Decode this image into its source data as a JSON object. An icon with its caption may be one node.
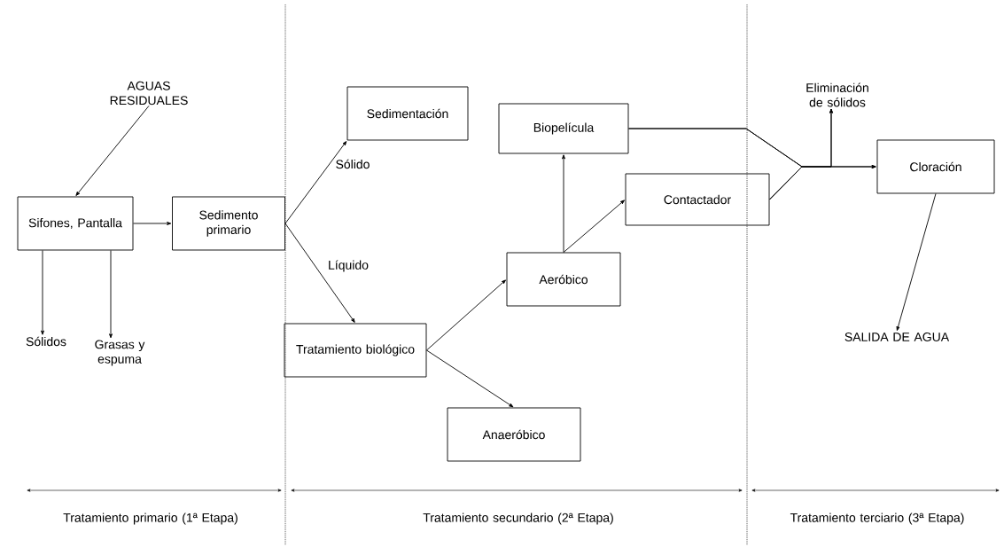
{
  "diagram": {
    "nodes": [
      {
        "text": [
          "AGUAS RESIDUALES"
        ]
      },
      {
        "text": [
          "Sifones, Pantalla"
        ]
      },
      {
        "text": [
          "Sedimento primario"
        ]
      },
      {
        "text": [
          "Sedimentación"
        ]
      },
      {
        "text": [
          "Biopelícula"
        ]
      },
      {
        "text": [
          "Contactador"
        ]
      },
      {
        "text": [
          "Aeróbico"
        ]
      },
      {
        "text": [
          "Tratamiento biológico"
        ]
      },
      {
        "text": [
          "Anaeróbico"
        ]
      },
      {
        "text": [
          "Cloración"
        ]
      },
      {
        "text": [
          "Eliminación de sólidos"
        ]
      },
      {
        "text": [
          "SALIDA DE AGUA"
        ]
      },
      {
        "text": [
          "Sólidos"
        ]
      },
      {
        "text": [
          "Grasas y espuma"
        ]
      }
    ],
    "edges": [
      {
        "from": 0,
        "to": 1,
        "arrow": "to"
      },
      {
        "from": 1,
        "to": 2,
        "arrow": "to"
      },
      {
        "from": 1,
        "to": 12,
        "arrow": "to"
      },
      {
        "from": 1,
        "to": 13,
        "arrow": "to"
      },
      {
        "from": 2,
        "to": 3,
        "arrow": "to",
        "label": "Sólido"
      },
      {
        "from": 2,
        "to": 7,
        "arrow": "to",
        "label": "Líquido"
      },
      {
        "from": 7,
        "to": 6,
        "arrow": "to"
      },
      {
        "from": 7,
        "to": 8,
        "arrow": "to"
      },
      {
        "from": 6,
        "to": 4,
        "arrow": "to"
      },
      {
        "from": 6,
        "to": 5,
        "arrow": "to"
      },
      {
        "from": 4,
        "to": 9,
        "arrow": "to"
      },
      {
        "from": 5,
        "to": 9,
        "arrow": "to"
      },
      {
        "from": 4,
        "to": 10,
        "arrow": "to"
      },
      {
        "from": 5,
        "to": 10,
        "arrow": "to"
      },
      {
        "from": 9,
        "to": 11,
        "arrow": "to"
      }
    ],
    "labels": [
      "Tratamiento primario (1ª Etapa)",
      "Tratamiento secundario (2ª Etapa)",
      "Tratamiento terciario (3ª Etapa)"
    ]
  }
}
